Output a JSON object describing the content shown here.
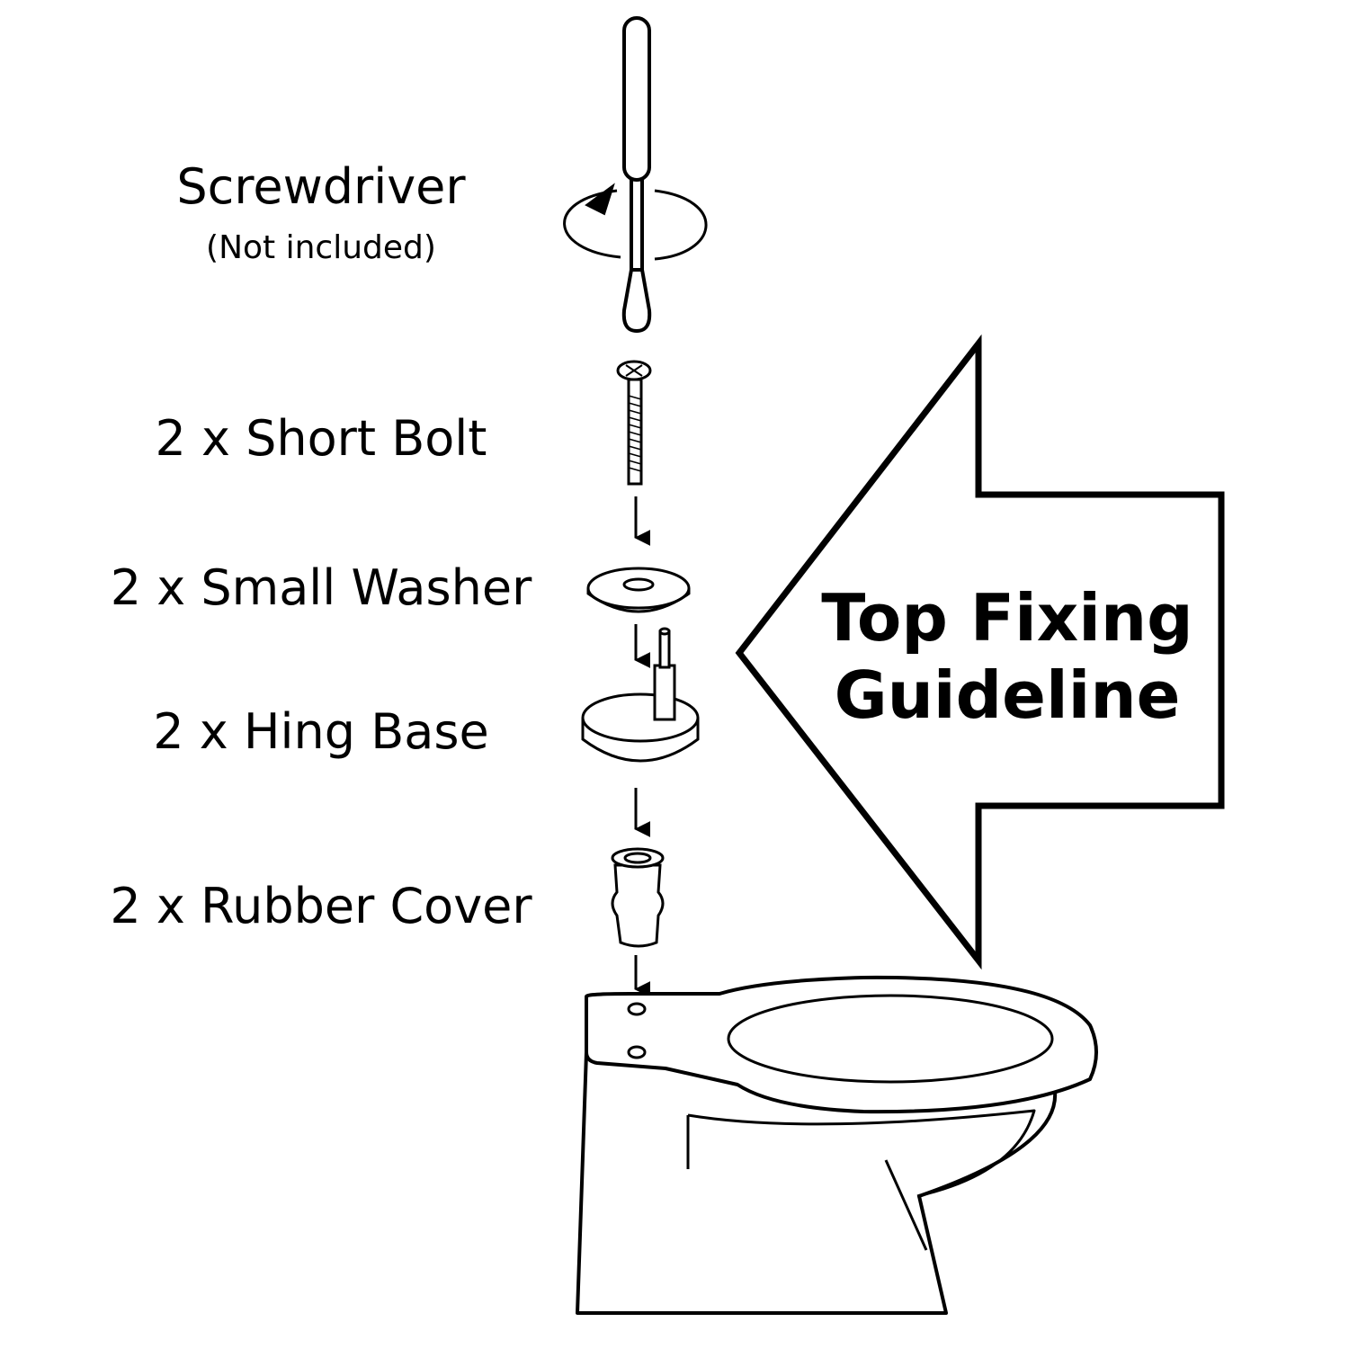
{
  "parts": [
    {
      "id": "screwdriver",
      "label": "Screwdriver",
      "note": "(Not included)"
    },
    {
      "id": "short-bolt",
      "label": "2 x Short Bolt"
    },
    {
      "id": "small-washer",
      "label": "2 x Small Washer"
    },
    {
      "id": "hinge-base",
      "label": "2 x Hing Base"
    },
    {
      "id": "rubber-cover",
      "label": "2 x Rubber Cover"
    }
  ],
  "callout": {
    "line1": "Top Fixing",
    "line2": "Guideline"
  },
  "colors": {
    "ink": "#000000",
    "paper": "#ffffff"
  }
}
